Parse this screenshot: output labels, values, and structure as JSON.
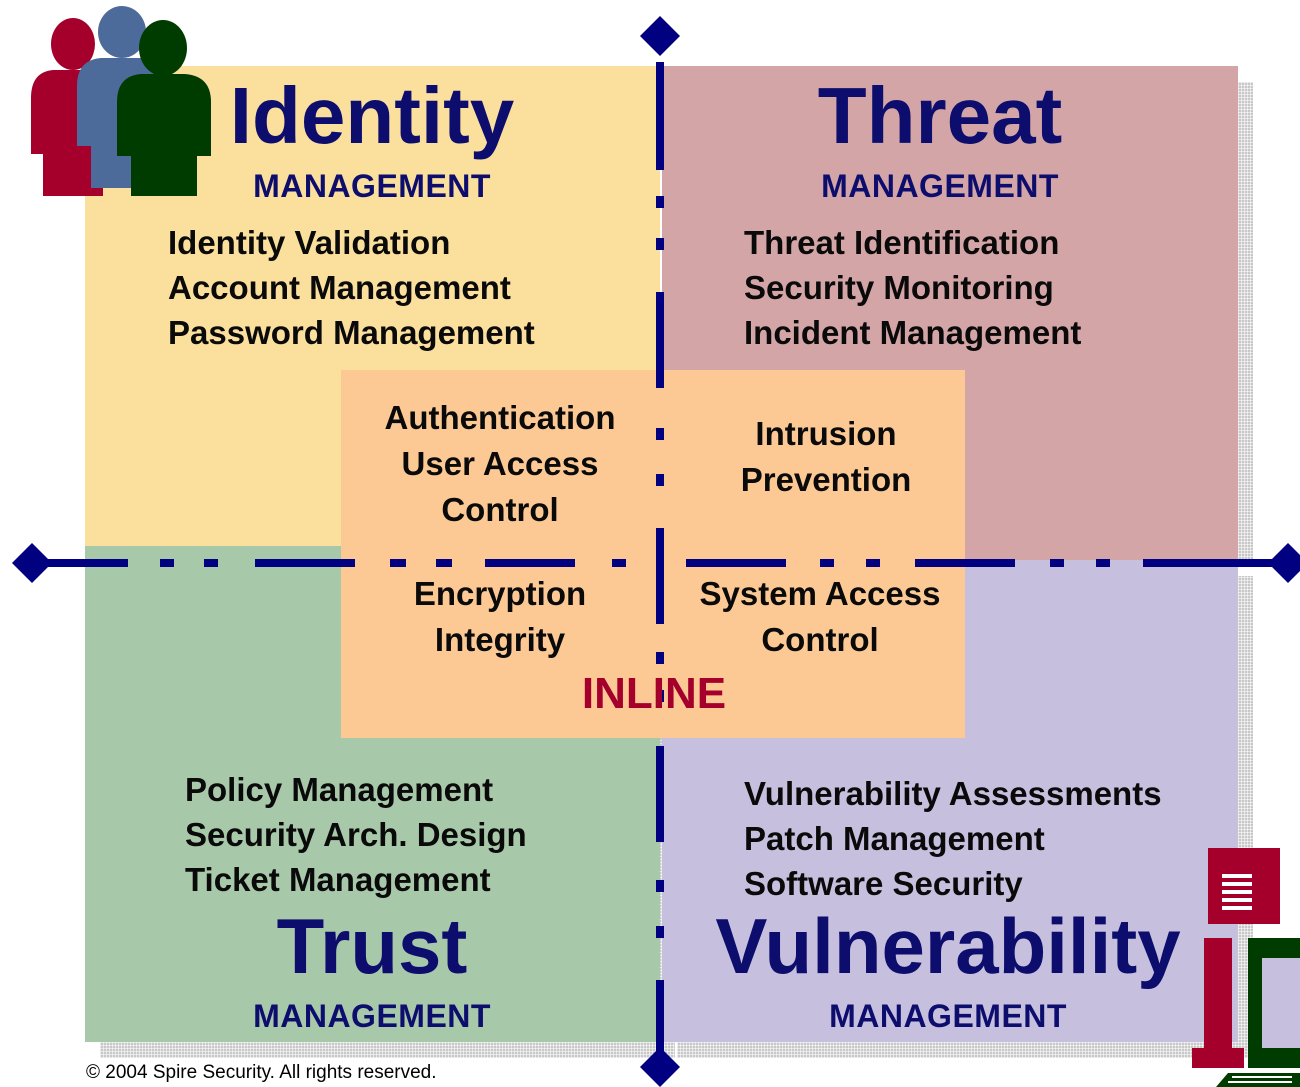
{
  "colors": {
    "identity": "#fbdf9c",
    "threat": "#d4a5a6",
    "trust": "#a8c8aa",
    "vulnerability": "#c6c0de",
    "inline": "#fcc995",
    "axis": "#000080",
    "heading": "#0d0d6e",
    "inline_text": "#a5002c"
  },
  "quadrants": {
    "identity": {
      "title": "Identity",
      "subtitle": "MANAGEMENT",
      "items": [
        "Identity Validation",
        "Account Management",
        "Password Management"
      ]
    },
    "threat": {
      "title": "Threat",
      "subtitle": "MANAGEMENT",
      "items": [
        "Threat Identification",
        "Security Monitoring",
        "Incident Management"
      ]
    },
    "trust": {
      "title": "Trust",
      "subtitle": "MANAGEMENT",
      "items": [
        "Policy Management",
        "Security Arch. Design",
        "Ticket Management"
      ]
    },
    "vulnerability": {
      "title": "Vulnerability",
      "subtitle": "MANAGEMENT",
      "items": [
        "Vulnerability Assessments",
        "Patch Management",
        "Software Security"
      ]
    }
  },
  "inline": {
    "label": "INLINE",
    "top_left": [
      "Authentication",
      "User Access",
      "Control"
    ],
    "top_right": [
      "Intrusion",
      "Prevention"
    ],
    "bottom_left": [
      "Encryption",
      "Integrity"
    ],
    "bottom_right": [
      "System Access",
      "Control"
    ]
  },
  "icons": {
    "people": "people-icon",
    "computer": "computer-icon"
  },
  "footer": {
    "copyright": "© 2004 Spire Security. All rights reserved."
  }
}
